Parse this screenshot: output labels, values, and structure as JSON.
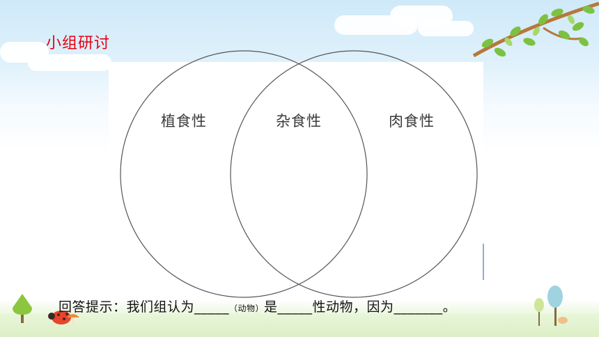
{
  "slide": {
    "title": "小组研讨",
    "venn": {
      "left_label": "植食性",
      "middle_label": "杂食性",
      "right_label": "肉食性"
    },
    "answer": {
      "prefix": "回答提示：我们组认为",
      "blank1": "_____",
      "note": "（动物）",
      "middle": "是",
      "blank2": "_____",
      "suffix1": "性动物，因为",
      "blank3": "_______",
      "end": "。"
    }
  }
}
